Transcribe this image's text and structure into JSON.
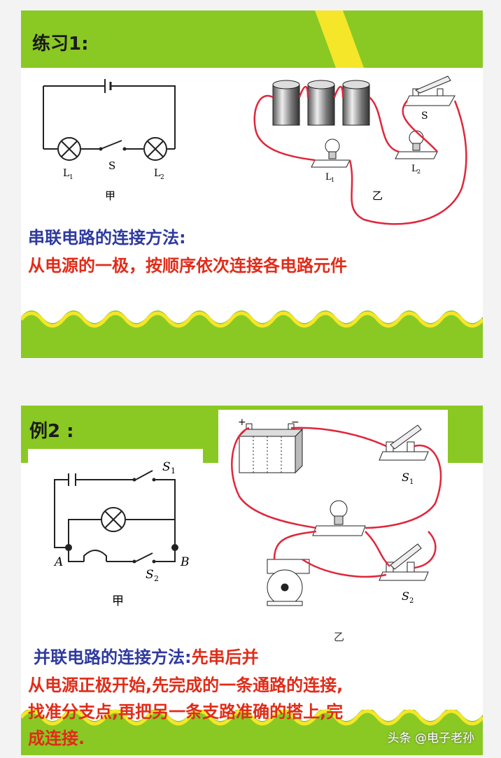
{
  "card1": {
    "title": "练习1:",
    "schematic_labels": {
      "l1": "L",
      "l1_sub": "1",
      "switch": "S",
      "l2": "L",
      "l2_sub": "2",
      "caption": "甲"
    },
    "physical_labels": {
      "switch": "S",
      "l1": "L",
      "l1_sub": "1",
      "l2": "L",
      "l2_sub": "2",
      "caption": "乙"
    },
    "method_heading": "串联电路的连接方法:",
    "method_body": "从电源的一极，按顺序依次连接各电路元件"
  },
  "card2": {
    "title": "例2 :",
    "schematic_labels": {
      "s1": "S",
      "s1_sub": "1",
      "s2": "S",
      "s2_sub": "2",
      "a": "A",
      "b": "B",
      "caption": "甲"
    },
    "physical_labels": {
      "plus": "+",
      "minus": "−",
      "s1": "S",
      "s1_sub": "1",
      "s2": "S",
      "s2_sub": "2",
      "caption": "乙"
    },
    "method_heading": "并联电路的连接方法:",
    "method_highlight": "先串后并",
    "body_lines": [
      "从电源正极开始,先完成的一条通路的连接,",
      "找准分支点,再把另一条支路准确的搭上,完",
      "成连接."
    ]
  },
  "watermark": "头条 @电子老孙",
  "colors": {
    "accent_green": "#8ac923",
    "wire_red": "#e0263a",
    "heading_blue": "#2e3a9e",
    "text_red": "#e02c19",
    "wave_yellow": "#f5e62a"
  }
}
